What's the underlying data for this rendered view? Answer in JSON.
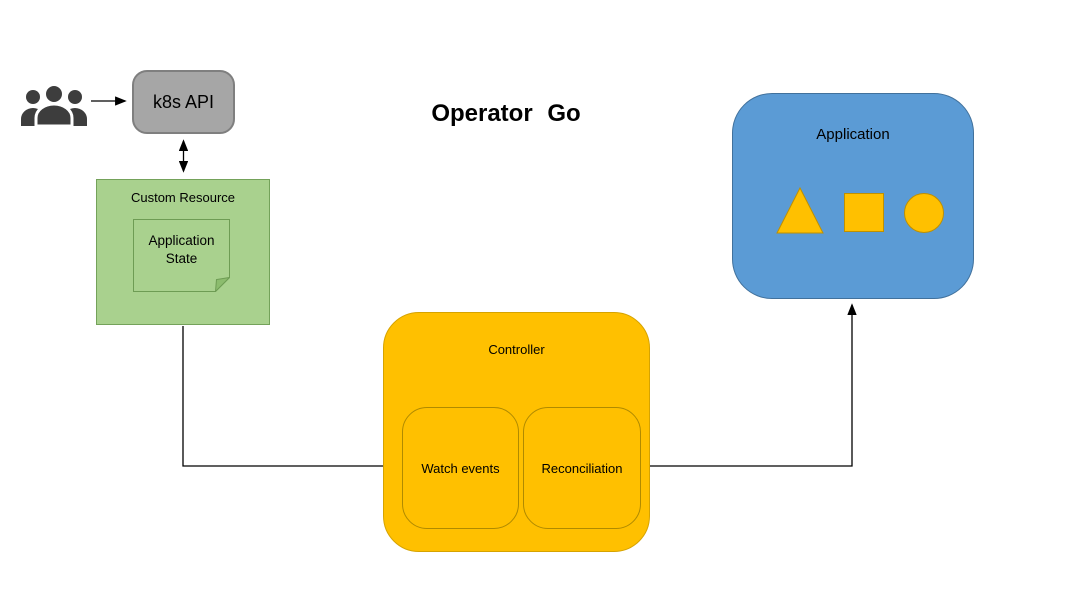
{
  "title": "Operator Go",
  "palette": {
    "gray_fill": "#A6A6A6",
    "gray_border": "#7F7F7F",
    "green_fill": "#A9D18E",
    "green_border": "#74A25A",
    "amber_fill": "#FFC000",
    "amber_border": "#BF9000",
    "blue_fill": "#5B9BD5",
    "blue_border": "#41719C",
    "connector_color": "#000000",
    "users_icon_color": "#3D3D3D"
  },
  "nodes": {
    "users": {
      "icon": "users-icon"
    },
    "k8s_api": {
      "label": "k8s API"
    },
    "custom_resource": {
      "label": "Custom Resource",
      "note": {
        "label": "Application State"
      }
    },
    "controller": {
      "label": "Controller",
      "watch_events": {
        "label": "Watch events"
      },
      "reconciliation": {
        "label": "Reconciliation"
      }
    },
    "application": {
      "label": "Application",
      "shapes": [
        "triangle",
        "square",
        "circle"
      ]
    }
  },
  "connectors": [
    {
      "from": "users",
      "to": "k8s_api",
      "type": "arrow"
    },
    {
      "from": "k8s_api",
      "to": "custom_resource",
      "type": "double-arrow"
    },
    {
      "from": "custom_resource",
      "to": "watch_events",
      "type": "elbow-arrow"
    },
    {
      "from": "reconciliation",
      "to": "application",
      "type": "elbow-arrow"
    }
  ]
}
